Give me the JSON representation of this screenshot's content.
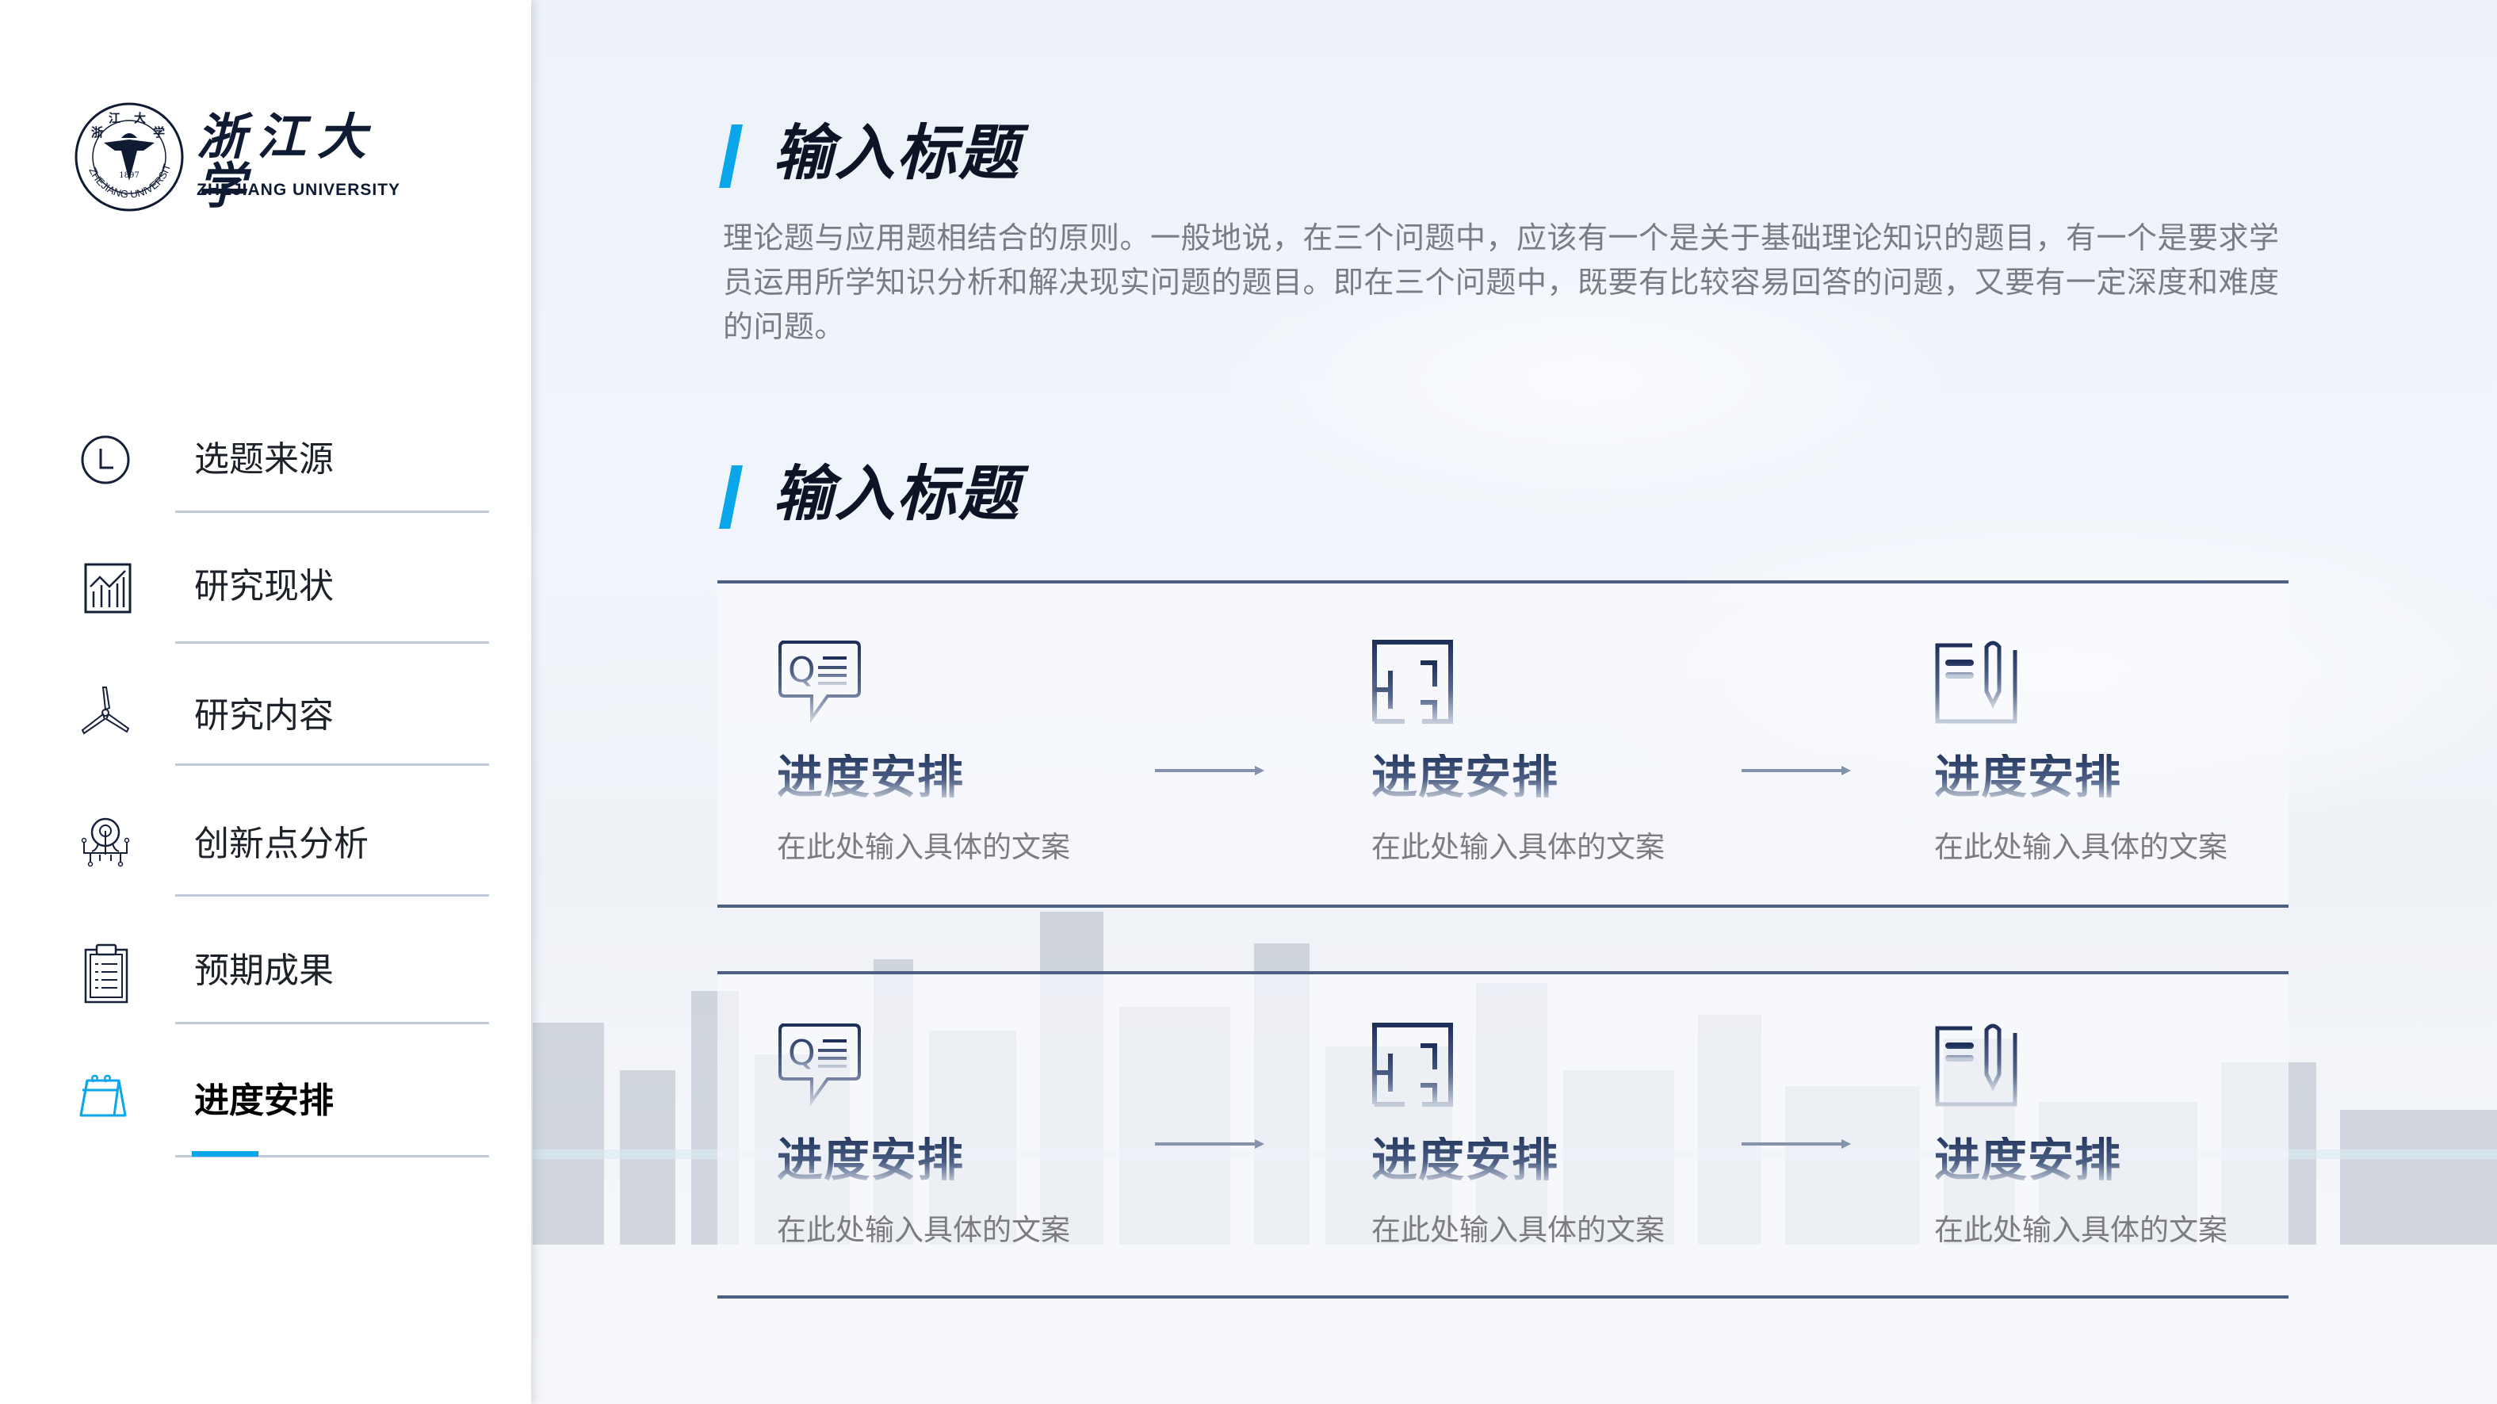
{
  "sidebar": {
    "logo": {
      "seal_text": "ZHEJIANG UNIVERSITY",
      "seal_year": "1897",
      "name_cn": "浙江大学",
      "name_en": "ZHEJIANG UNIVERSITY"
    },
    "items": [
      {
        "label": "选题来源",
        "icon": "clock-icon",
        "active": false
      },
      {
        "label": "研究现状",
        "icon": "chart-icon",
        "active": false
      },
      {
        "label": "研究内容",
        "icon": "windmill-icon",
        "active": false
      },
      {
        "label": "创新点分析",
        "icon": "innovation-bulb-icon",
        "active": false
      },
      {
        "label": "预期成果",
        "icon": "clipboard-icon",
        "active": false
      },
      {
        "label": "进度安排",
        "icon": "calendar-icon",
        "active": true
      }
    ],
    "accent_color": "#0aa6ea"
  },
  "main": {
    "section1": {
      "title": "输入标题",
      "paragraph": "理论题与应用题相结合的原则。一般地说，在三个问题中，应该有一个是关于基础理论知识的题目，有一个是要求学员运用所学知识分析和解决现实问题的题目。即在三个问题中，既要有比较容易回答的问题，又要有一定深度和难度的问题。"
    },
    "section2": {
      "title": "输入标题",
      "rows": [
        {
          "steps": [
            {
              "icon": "qa-chat-icon",
              "title": "进度安排",
              "desc": "在此处输入具体的文案"
            },
            {
              "icon": "floorplan-icon",
              "title": "进度安排",
              "desc": "在此处输入具体的文案"
            },
            {
              "icon": "document-pen-icon",
              "title": "进度安排",
              "desc": "在此处输入具体的文案"
            }
          ]
        },
        {
          "steps": [
            {
              "icon": "qa-chat-icon",
              "title": "进度安排",
              "desc": "在此处输入具体的文案"
            },
            {
              "icon": "floorplan-icon",
              "title": "进度安排",
              "desc": "在此处输入具体的文案"
            },
            {
              "icon": "document-pen-icon",
              "title": "进度安排",
              "desc": "在此处输入具体的文案"
            }
          ]
        }
      ]
    },
    "colors": {
      "title_accent": "#0aa6ea",
      "band_border": "#4d5f82",
      "step_title_top": "#23375f",
      "body_text": "#7a7c82"
    }
  }
}
